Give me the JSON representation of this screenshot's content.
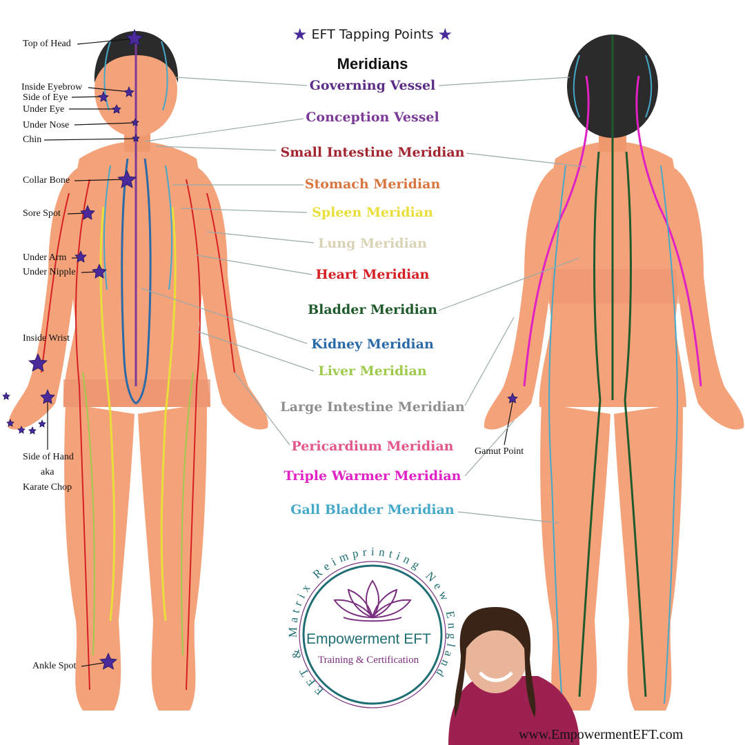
{
  "title": "EFT Tapping Points",
  "subtitle": "Meridians",
  "tapping_points": [
    {
      "label": "Top of Head"
    },
    {
      "label": "Inside Eyebrow"
    },
    {
      "label": "Side of Eye"
    },
    {
      "label": "Under Eye"
    },
    {
      "label": "Under Nose"
    },
    {
      "label": "Chin"
    },
    {
      "label": "Collar Bone"
    },
    {
      "label": "Sore Spot"
    },
    {
      "label": "Under Arm"
    },
    {
      "label": "Under Nipple"
    },
    {
      "label": "Inside Wrist"
    },
    {
      "label": "Side of Hand"
    },
    {
      "label": "aka"
    },
    {
      "label": "Karate Chop"
    },
    {
      "label": "Ankle Spot"
    },
    {
      "label": "Gamut Point"
    }
  ],
  "meridians": [
    {
      "label": "Governing Vessel",
      "color": "#5b2d86"
    },
    {
      "label": "Conception Vessel",
      "color": "#7b3a97"
    },
    {
      "label": "Small Intestine Meridian",
      "color": "#a3252f"
    },
    {
      "label": "Stomach Meridian",
      "color": "#d9763f"
    },
    {
      "label": "Spleen Meridian",
      "color": "#e9df3a"
    },
    {
      "label": "Lung Meridian",
      "color": "#d9d3b6"
    },
    {
      "label": "Heart Meridian",
      "color": "#d61f24"
    },
    {
      "label": "Bladder Meridian",
      "color": "#1e5a2c"
    },
    {
      "label": "Kidney Meridian",
      "color": "#2b6aa8"
    },
    {
      "label": "Liver Meridian",
      "color": "#9fca4d"
    },
    {
      "label": "Large Intestine Meridian",
      "color": "#8f8f8f"
    },
    {
      "label": "Pericardium Meridian",
      "color": "#e2578a"
    },
    {
      "label": "Triple Warmer Meridian",
      "color": "#e021c4"
    },
    {
      "label": "Gall Bladder Meridian",
      "color": "#45a8c9"
    }
  ],
  "logo": {
    "name": "Empowerment EFT",
    "tagline": "Training & Certification",
    "ring_text": "EFT & Matrix Reimprinting New England"
  },
  "website": "www.EmpowermentEFT.com",
  "colors": {
    "skin": "#f4a27a",
    "hair": "#2b2b2b",
    "star": "#4a2a9a",
    "logo_teal": "#1e6e73",
    "logo_purple": "#7a2e7e"
  }
}
